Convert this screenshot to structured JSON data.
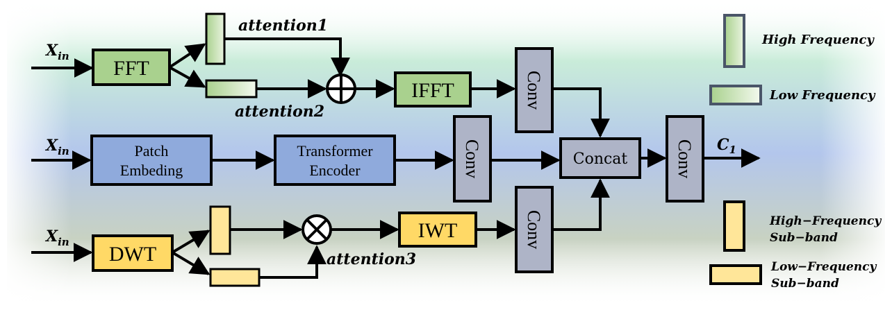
{
  "inputs": {
    "x_main": "X",
    "x_sub": "in"
  },
  "top_branch": {
    "fft": "FFT",
    "attention1": "attention1",
    "attention2": "attention2",
    "ifft": "IFFT",
    "conv": "Conv"
  },
  "middle_branch": {
    "patch_line1": "Patch",
    "patch_line2": "Embeding",
    "transformer_line1": "Transformer",
    "transformer_line2": "Encoder",
    "conv": "Conv"
  },
  "bottom_branch": {
    "dwt": "DWT",
    "attention3": "attention3",
    "iwt": "IWT",
    "conv": "Conv"
  },
  "merge": {
    "concat": "Concat",
    "conv": "Conv",
    "output_main": "C",
    "output_sub": "1"
  },
  "legend": {
    "high_frequency": "High Frequency",
    "low_frequency": "Low Frequency",
    "high_subband_line1": "High−Frequency",
    "high_subband_line2": "Sub−band",
    "low_subband_line1": "Low−Frequency",
    "low_subband_line2": "Sub−band"
  },
  "colors": {
    "green_fill": "#a9d18e",
    "blue_fill": "#8faadc",
    "yellow_fill": "#ffd966",
    "conv_fill": "#aeb4c7",
    "stroke": "#000000"
  }
}
